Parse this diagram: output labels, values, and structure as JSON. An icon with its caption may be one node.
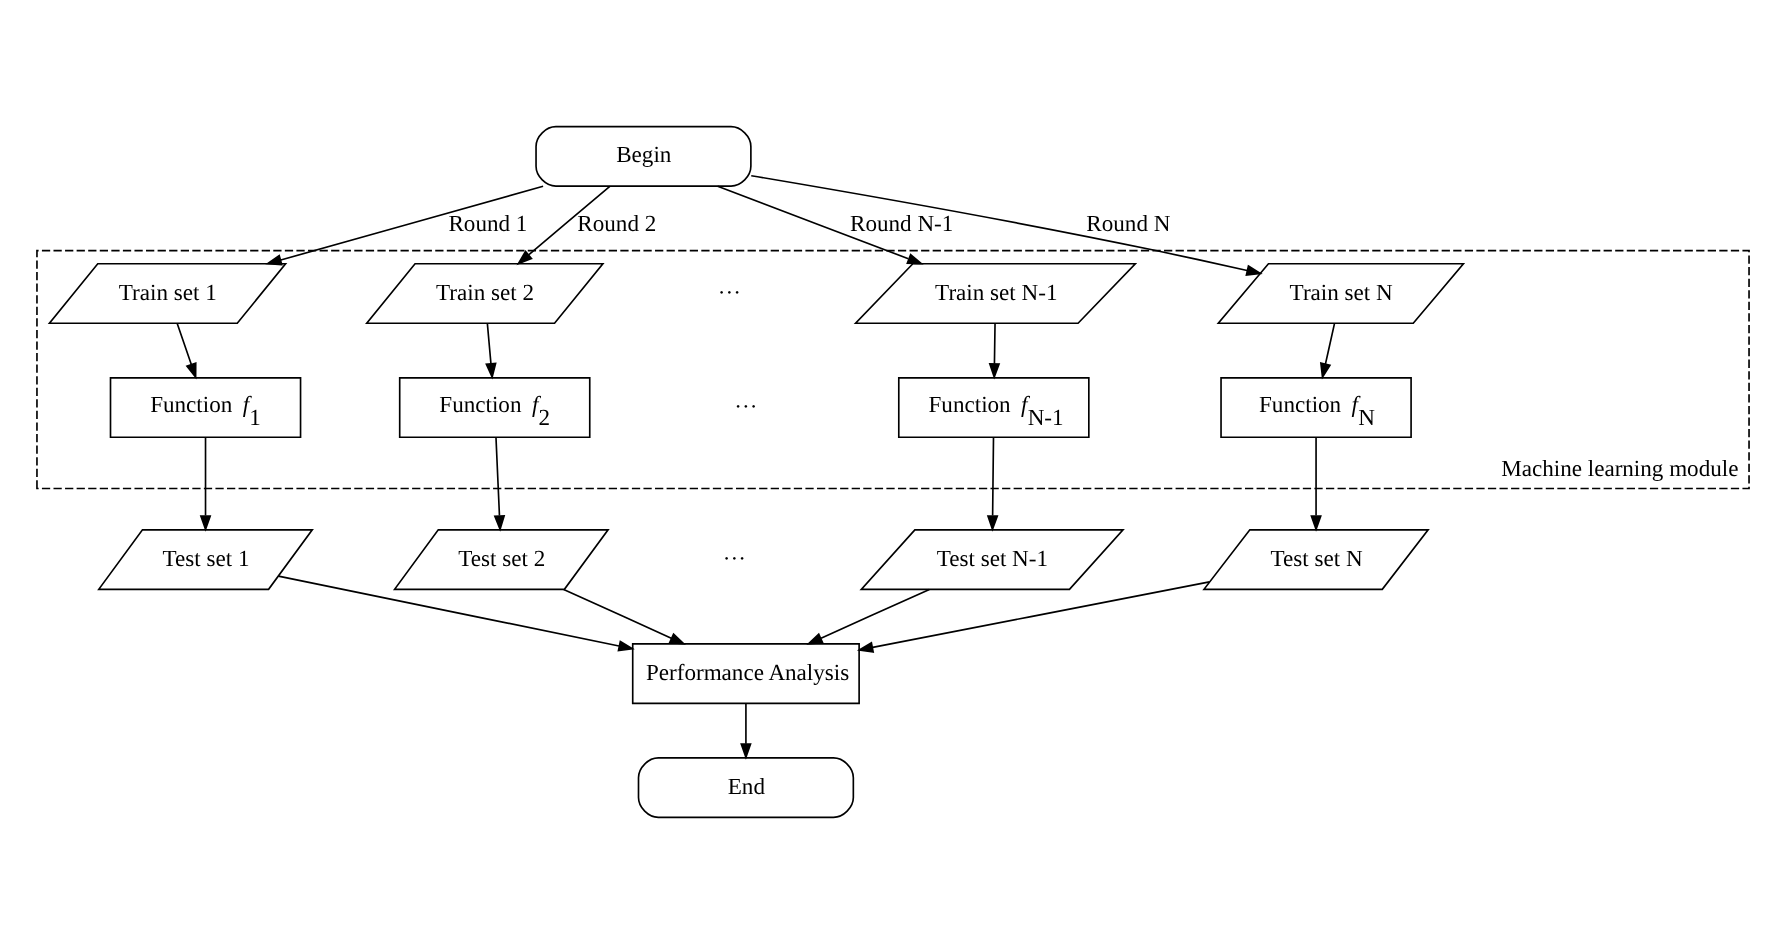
{
  "diagram": {
    "nodes": [
      {
        "text": [
          "Begin"
        ]
      },
      {
        "text": [
          "Machine learning module"
        ]
      },
      {
        "text": [
          "Train set 1"
        ],
        "in": 1
      },
      {
        "text": [
          "Train set 2"
        ],
        "in": 1
      },
      {
        "text": [
          "Train set N-1"
        ],
        "in": 1
      },
      {
        "text": [
          "Train set N"
        ],
        "in": 1
      },
      {
        "text": [
          "Function *f*$_{1}$"
        ],
        "in": 1
      },
      {
        "text": [
          "Function *f*$_{2}$"
        ],
        "in": 1
      },
      {
        "text": [
          "Function *f*$_{N-1}$"
        ],
        "in": 1
      },
      {
        "text": [
          "Function *f*$_{N}$"
        ],
        "in": 1
      },
      {
        "text": [
          "Test set 1"
        ]
      },
      {
        "text": [
          "Test set 2"
        ]
      },
      {
        "text": [
          "Test set N-1"
        ]
      },
      {
        "text": [
          "Test set N"
        ]
      },
      {
        "text": [
          "Performance Analysis"
        ]
      },
      {
        "text": [
          "End"
        ]
      }
    ],
    "edges": [
      {
        "from": 0,
        "to": 2,
        "arrow": "to",
        "label": "Round 1"
      },
      {
        "from": 0,
        "to": 3,
        "arrow": "to",
        "label": "Round 2"
      },
      {
        "from": 0,
        "to": 4,
        "arrow": "to",
        "label": "Round N-1"
      },
      {
        "from": 0,
        "to": 5,
        "arrow": "to",
        "label": "Round N"
      },
      {
        "from": 2,
        "to": 6,
        "arrow": "to"
      },
      {
        "from": 3,
        "to": 7,
        "arrow": "to"
      },
      {
        "from": 4,
        "to": 8,
        "arrow": "to"
      },
      {
        "from": 5,
        "to": 9,
        "arrow": "to"
      },
      {
        "from": 6,
        "to": 10,
        "arrow": "to"
      },
      {
        "from": 7,
        "to": 11,
        "arrow": "to"
      },
      {
        "from": 8,
        "to": 12,
        "arrow": "to"
      },
      {
        "from": 9,
        "to": 13,
        "arrow": "to"
      },
      {
        "from": 10,
        "to": 14,
        "arrow": "to"
      },
      {
        "from": 11,
        "to": 14,
        "arrow": "to"
      },
      {
        "from": 12,
        "to": 14,
        "arrow": "to"
      },
      {
        "from": 13,
        "to": 14,
        "arrow": "to"
      },
      {
        "from": 14,
        "to": 15,
        "arrow": "to"
      }
    ],
    "labels": [
      "···",
      "···",
      "···"
    ]
  }
}
